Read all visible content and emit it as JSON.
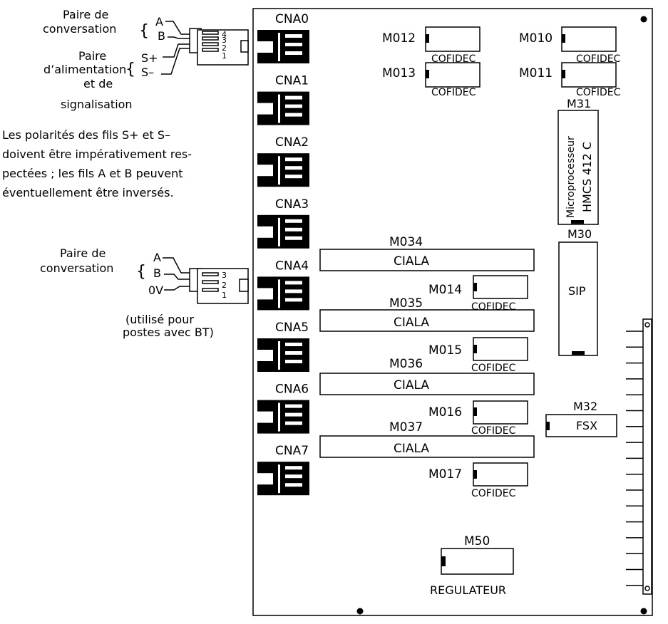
{
  "connectors": [
    "CNA0",
    "CNA1",
    "CNA2",
    "CNA3",
    "CNA4",
    "CNA5",
    "CNA6",
    "CNA7"
  ],
  "cofidec": [
    {
      "ref": "M012",
      "label": "COFIDEC"
    },
    {
      "ref": "M013",
      "label": "COFIDEC"
    },
    {
      "ref": "M010",
      "label": "COFIDEC"
    },
    {
      "ref": "M011",
      "label": "COFIDEC"
    },
    {
      "ref": "M014",
      "label": "COFIDEC"
    },
    {
      "ref": "M015",
      "label": "COFIDEC"
    },
    {
      "ref": "M016",
      "label": "COFIDEC"
    },
    {
      "ref": "M017",
      "label": "COFIDEC"
    }
  ],
  "ciala": [
    {
      "ref": "M034",
      "label": "CIALA"
    },
    {
      "ref": "M035",
      "label": "CIALA"
    },
    {
      "ref": "M036",
      "label": "CIALA"
    },
    {
      "ref": "M037",
      "label": "CIALA"
    }
  ],
  "microprocessor": {
    "ref": "M31",
    "line1": "Microprocesseur",
    "line2": "HMCS 412 C"
  },
  "sip": {
    "ref": "M30",
    "label": "SIP"
  },
  "fsx": {
    "ref": "M32",
    "label": "FSX"
  },
  "regulator": {
    "ref": "M50",
    "label": "REGULATEUR"
  },
  "plug4": {
    "pair_conv": [
      "Paire de",
      "conversation"
    ],
    "pair_alim": [
      "Paire",
      "d’alimentation",
      "et de",
      "signalisation"
    ],
    "wires": [
      "A",
      "B",
      "S+",
      "S–"
    ],
    "pins": [
      "4",
      "3",
      "2",
      "1"
    ]
  },
  "note": [
    "Les polarités des fils S+ et S–",
    "doivent être impérativement res-",
    "pectées ; les fils A et B peuvent",
    "éventuellement être inversés."
  ],
  "plug3": {
    "pair_conv": [
      "Paire de",
      "conversation"
    ],
    "wires": [
      "A",
      "B",
      "0V"
    ],
    "pins": [
      "3",
      "2",
      "1"
    ],
    "usage": [
      "(utilisé pour",
      "postes avec BT)"
    ]
  }
}
